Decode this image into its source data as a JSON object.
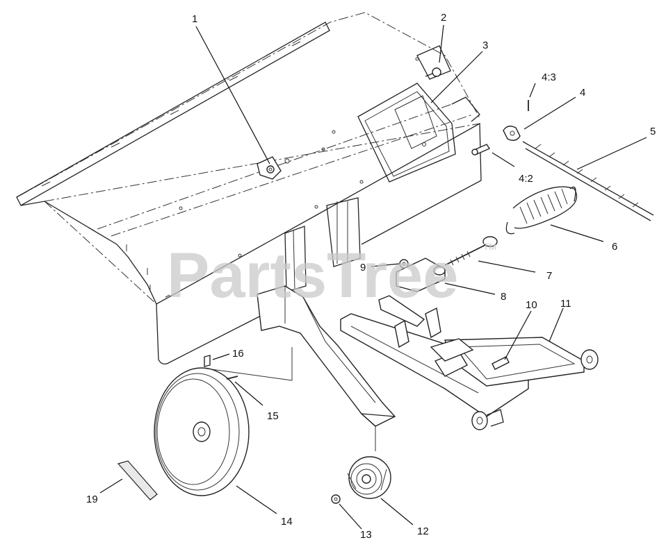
{
  "watermark": {
    "text": "PartsTree",
    "tm": "TM"
  },
  "callouts": [
    {
      "id": "c1",
      "label": "1"
    },
    {
      "id": "c2",
      "label": "2"
    },
    {
      "id": "c3",
      "label": "3"
    },
    {
      "id": "c4_3",
      "label": "4:3"
    },
    {
      "id": "c4",
      "label": "4"
    },
    {
      "id": "c5",
      "label": "5"
    },
    {
      "id": "c4_2",
      "label": "4:2"
    },
    {
      "id": "c6",
      "label": "6"
    },
    {
      "id": "c9",
      "label": "9"
    },
    {
      "id": "c7",
      "label": "7"
    },
    {
      "id": "c8",
      "label": "8"
    },
    {
      "id": "c10",
      "label": "10"
    },
    {
      "id": "c11",
      "label": "11"
    },
    {
      "id": "c16",
      "label": "16"
    },
    {
      "id": "c15",
      "label": "15"
    },
    {
      "id": "c19",
      "label": "19"
    },
    {
      "id": "c14",
      "label": "14"
    },
    {
      "id": "c13",
      "label": "13"
    },
    {
      "id": "c12",
      "label": "12"
    }
  ]
}
